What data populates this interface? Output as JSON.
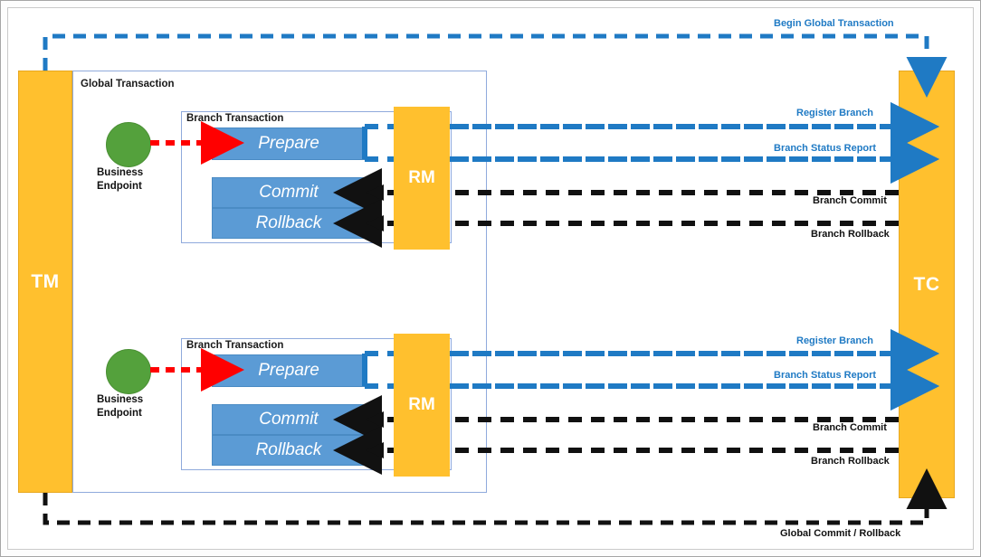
{
  "diagram": {
    "title_hidden": "",
    "colors": {
      "orange": "#FFC02E",
      "blue_box": "#5B9BD5",
      "blue_line": "#1F7AC4",
      "green": "#54A13C",
      "red": "#FF0000",
      "black": "#111111",
      "region_border": "#8FAADC"
    },
    "pillars": [
      {
        "id": "tm",
        "label": "TM"
      },
      {
        "id": "tc",
        "label": "TC"
      }
    ],
    "global_region": {
      "title": "Global Transaction"
    },
    "branches": [
      {
        "id": "branch-1",
        "region_title": "Branch Transaction",
        "rm_label": "RM",
        "endpoint_label": "Business\nEndpoint",
        "actions": [
          {
            "id": "prepare",
            "label": "Prepare"
          },
          {
            "id": "commit",
            "label": "Commit"
          },
          {
            "id": "rollback",
            "label": "Rollback"
          }
        ],
        "flows": [
          {
            "id": "register-branch",
            "label": "Register Branch",
            "color": "blue"
          },
          {
            "id": "branch-status-report",
            "label": "Branch Status Report",
            "color": "blue"
          },
          {
            "id": "branch-commit",
            "label": "Branch Commit",
            "color": "black"
          },
          {
            "id": "branch-rollback",
            "label": "Branch Rollback",
            "color": "black"
          }
        ]
      },
      {
        "id": "branch-2",
        "region_title": "Branch Transaction",
        "rm_label": "RM",
        "endpoint_label": "Business\nEndpoint",
        "actions": [
          {
            "id": "prepare",
            "label": "Prepare"
          },
          {
            "id": "commit",
            "label": "Commit"
          },
          {
            "id": "rollback",
            "label": "Rollback"
          }
        ],
        "flows": [
          {
            "id": "register-branch",
            "label": "Register Branch",
            "color": "blue"
          },
          {
            "id": "branch-status-report",
            "label": "Branch Status Report",
            "color": "blue"
          },
          {
            "id": "branch-commit",
            "label": "Branch Commit",
            "color": "black"
          },
          {
            "id": "branch-rollback",
            "label": "Branch Rollback",
            "color": "black"
          }
        ]
      }
    ],
    "global_flows": [
      {
        "id": "begin-global-transaction",
        "label": "Begin Global Transaction",
        "color": "blue"
      },
      {
        "id": "global-commit-rollback",
        "label": "Global Commit / Rollback",
        "color": "black"
      }
    ]
  }
}
